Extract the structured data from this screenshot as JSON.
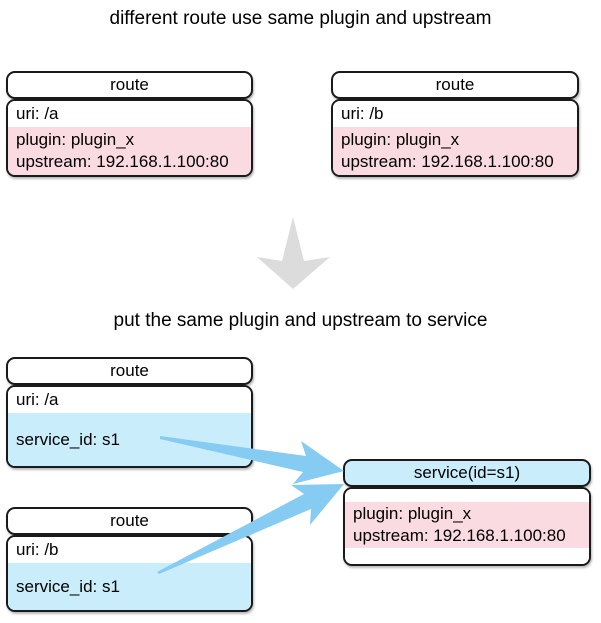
{
  "titles": {
    "top": "different route use same plugin and upstream",
    "bottom": "put the same plugin and upstream to service"
  },
  "boxes": {
    "route_a": {
      "header": "route",
      "uri": "uri: /a",
      "plugin": "plugin: plugin_x",
      "upstream": "upstream: 192.168.1.100:80"
    },
    "route_b": {
      "header": "route",
      "uri": "uri: /b",
      "plugin": "plugin: plugin_x",
      "upstream": "upstream: 192.168.1.100:80"
    },
    "route_a_service": {
      "header": "route",
      "uri": "uri: /a",
      "service_id": "service_id: s1"
    },
    "route_b_service": {
      "header": "route",
      "uri": "uri: /b",
      "service_id": "service_id: s1"
    },
    "service": {
      "header": "service(id=s1)",
      "plugin": "plugin: plugin_x",
      "upstream": "upstream: 192.168.1.100:80"
    }
  },
  "icons": {
    "down_arrow": "transform-down-arrow",
    "arrow_a_to_service": "arrow from route /a service_id to service",
    "arrow_b_to_service": "arrow from route /b service_id to service"
  },
  "colors": {
    "pink_section": "#FADBE1",
    "blue_section": "#C9EDFB",
    "blue_arrow": "#85CBF2",
    "gray_arrow": "#DCDCDC",
    "box_border": "#1A1A1A",
    "background": "#FFFFFF",
    "text": "#000000"
  }
}
